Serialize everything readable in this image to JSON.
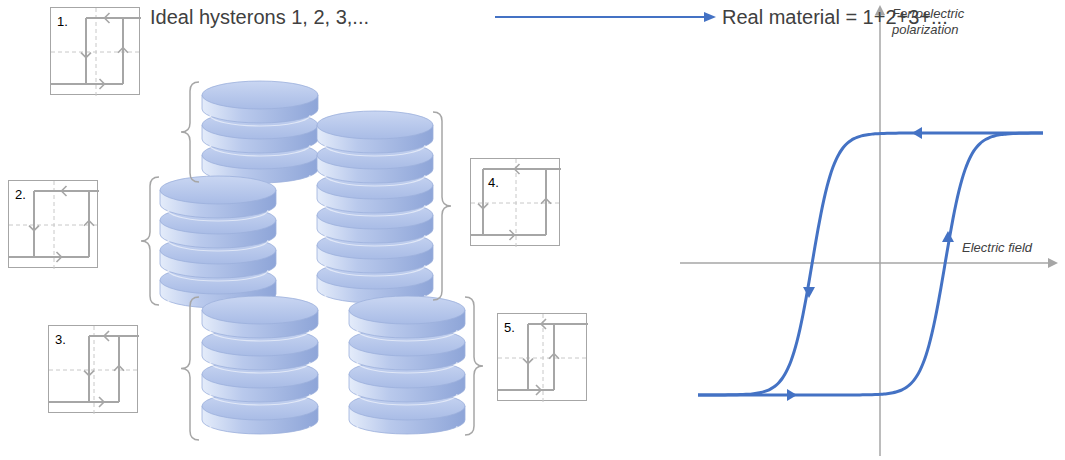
{
  "diagram": {
    "nodes": [
      {
        "text": [
          "1."
        ]
      },
      {
        "text": [
          "2."
        ]
      },
      {
        "text": [
          "3."
        ]
      },
      {
        "text": [
          "4."
        ]
      },
      {
        "text": [
          "5."
        ]
      }
    ],
    "labels": [
      "Ideal hysterons 1, 2, 3,...",
      "Real material = 1+2+3+...",
      "Ferroelectric polarization",
      "Electric field"
    ]
  }
}
